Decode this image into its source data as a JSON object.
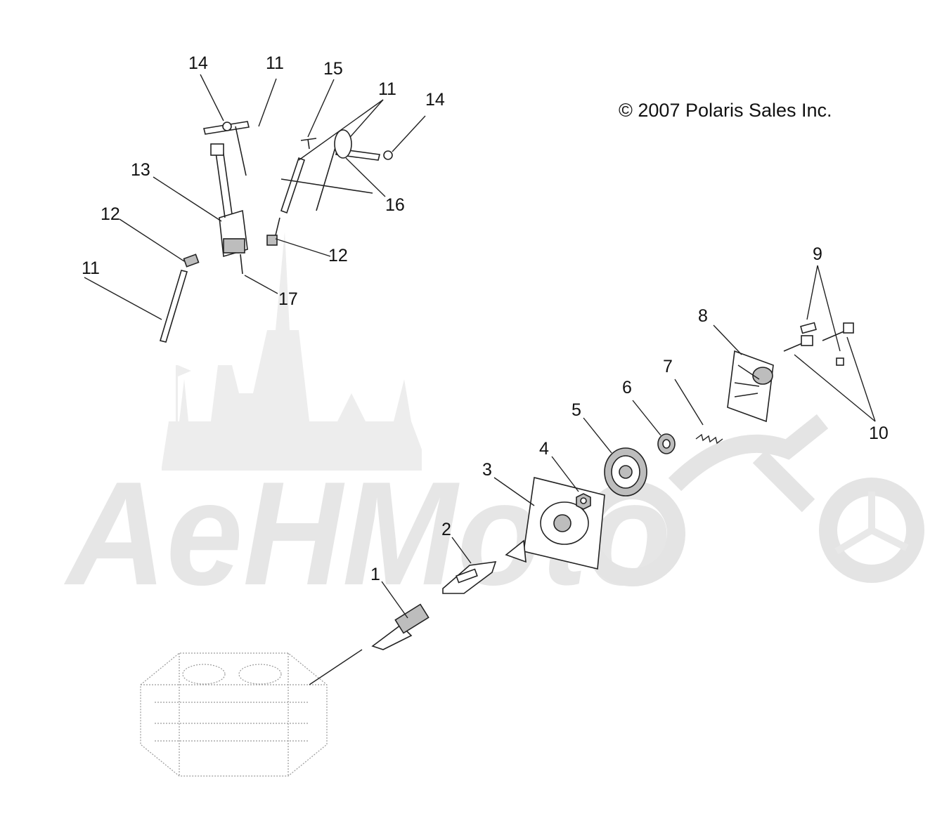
{
  "copyright": "© 2007 Polaris Sales Inc.",
  "watermark": {
    "lettering": "AeHMoto"
  },
  "callouts": [
    {
      "id": "c1",
      "label": "1"
    },
    {
      "id": "c2",
      "label": "2"
    },
    {
      "id": "c3",
      "label": "3"
    },
    {
      "id": "c4",
      "label": "4"
    },
    {
      "id": "c5",
      "label": "5"
    },
    {
      "id": "c6",
      "label": "6"
    },
    {
      "id": "c7",
      "label": "7"
    },
    {
      "id": "c8",
      "label": "8"
    },
    {
      "id": "c9",
      "label": "9"
    },
    {
      "id": "c10",
      "label": "10"
    },
    {
      "id": "c11a",
      "label": "11"
    },
    {
      "id": "c11b",
      "label": "11"
    },
    {
      "id": "c11c",
      "label": "11"
    },
    {
      "id": "c12a",
      "label": "12"
    },
    {
      "id": "c12b",
      "label": "12"
    },
    {
      "id": "c13",
      "label": "13"
    },
    {
      "id": "c14a",
      "label": "14"
    },
    {
      "id": "c14b",
      "label": "14"
    },
    {
      "id": "c15",
      "label": "15"
    },
    {
      "id": "c16",
      "label": "16"
    },
    {
      "id": "c17",
      "label": "17"
    }
  ],
  "colors": {
    "line": "#222222",
    "watermark": "#e6e6e6",
    "ghost": "#9a9a9a"
  }
}
